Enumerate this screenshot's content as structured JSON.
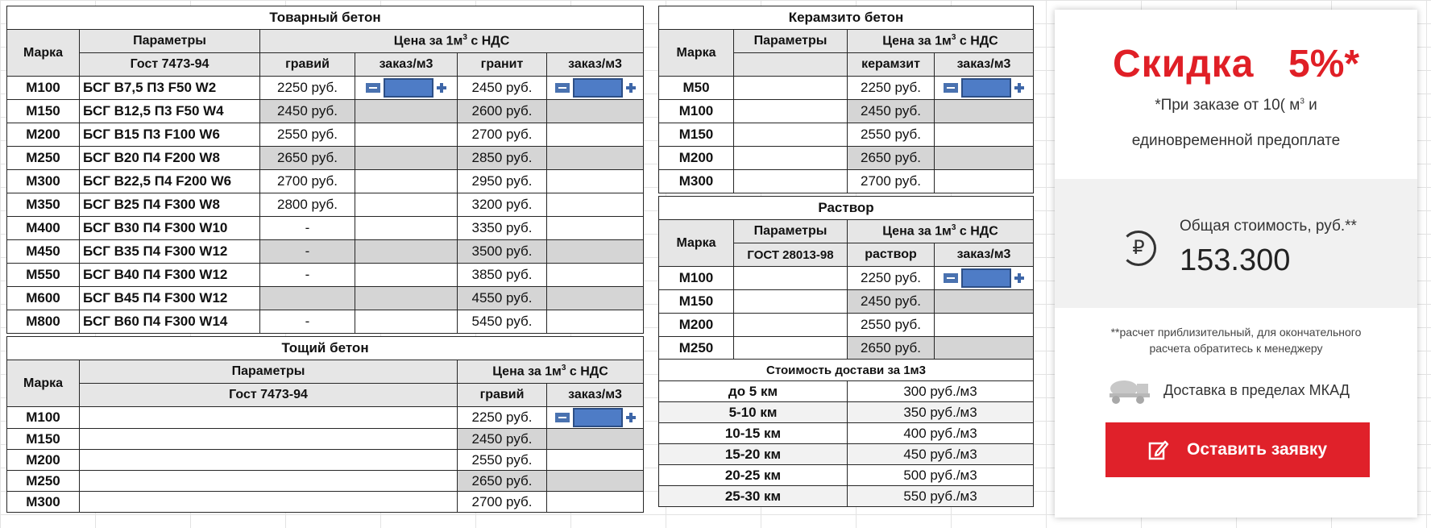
{
  "commodity": {
    "title": "Товарный бетон",
    "col_marka": "Марка",
    "col_params": "Параметры",
    "col_gost": "Гост 7473-94",
    "col_price": "Цена за 1м",
    "col_price_sup": "3",
    "col_price_tail": " с НДС",
    "col_gravel": "гравий",
    "col_order": "заказ/м3",
    "col_granite": "гранит",
    "col_order2": "заказ/м3",
    "rows": [
      {
        "marka": "М100",
        "params": "БСГ В7,5 П3 F50 W2",
        "gravel": "2250 руб.",
        "granite": "2450 руб."
      },
      {
        "marka": "М150",
        "params": "БСГ В12,5 П3 F50 W4",
        "gravel": "2450 руб.",
        "granite": "2600 руб."
      },
      {
        "marka": "М200",
        "params": "БСГ В15 П3 F100 W6",
        "gravel": "2550 руб.",
        "granite": "2700 руб."
      },
      {
        "marka": "М250",
        "params": "БСГ В20 П4 F200 W8",
        "gravel": "2650 руб.",
        "granite": "2850 руб."
      },
      {
        "marka": "М300",
        "params": "БСГ В22,5 П4 F200 W6",
        "gravel": "2700 руб.",
        "granite": "2950 руб."
      },
      {
        "marka": "М350",
        "params": "БСГ В25 П4 F300 W8",
        "gravel": "2800 руб.",
        "granite": "3200 руб."
      },
      {
        "marka": "М400",
        "params": "БСГ В30 П4 F300 W10",
        "gravel": "-",
        "granite": "3350 руб."
      },
      {
        "marka": "М450",
        "params": "БСГ В35 П4 F300 W12",
        "gravel": "-",
        "granite": "3500 руб."
      },
      {
        "marka": "М550",
        "params": "БСГ В40 П4 F300 W12",
        "gravel": "-",
        "granite": "3850 руб."
      },
      {
        "marka": "М600",
        "params": "БСГ В45 П4 F300 W12",
        "gravel": "",
        "granite": "4550 руб."
      },
      {
        "marka": "М800",
        "params": "БСГ В60 П4 F300 W14",
        "gravel": "-",
        "granite": "5450 руб."
      }
    ]
  },
  "lean": {
    "title": "Тощий бетон",
    "col_marka": "Марка",
    "col_params": "Параметры",
    "col_gost": "Гост 7473-94",
    "col_price": "Цена за 1м",
    "col_price_sup": "3",
    "col_price_tail": " с НДС",
    "col_gravel": "гравий",
    "col_order": "заказ/м3",
    "rows": [
      {
        "marka": "М100",
        "gravel": "2250 руб."
      },
      {
        "marka": "М150",
        "gravel": "2450 руб."
      },
      {
        "marka": "М200",
        "gravel": "2550 руб."
      },
      {
        "marka": "М250",
        "gravel": "2650 руб."
      },
      {
        "marka": "М300",
        "gravel": "2700 руб."
      }
    ]
  },
  "keramzit": {
    "title": "Керамзито бетон",
    "col_marka": "Марка",
    "col_params": "Параметры",
    "col_price": "Цена за 1м",
    "col_price_sup": "3",
    "col_price_tail": " с НДС",
    "col_keramzit": "керамзит",
    "col_order": "заказ/м3",
    "rows": [
      {
        "marka": "М50",
        "price": "2250 руб."
      },
      {
        "marka": "М100",
        "price": "2450 руб."
      },
      {
        "marka": "М150",
        "price": "2550 руб."
      },
      {
        "marka": "М200",
        "price": "2650 руб."
      },
      {
        "marka": "М300",
        "price": "2700 руб."
      }
    ]
  },
  "mortar": {
    "title": "Раствор",
    "col_marka": "Марка",
    "col_params": "Параметры",
    "col_gost": "ГОСТ 28013-98",
    "col_price": "Цена за 1м",
    "col_price_sup": "3",
    "col_price_tail": " с НДС",
    "col_mortar": "раствор",
    "col_order": "заказ/м3",
    "rows": [
      {
        "marka": "М100",
        "price": "2250 руб."
      },
      {
        "marka": "М150",
        "price": "2450 руб."
      },
      {
        "marka": "М200",
        "price": "2550 руб."
      },
      {
        "marka": "М250",
        "price": "2650 руб."
      }
    ]
  },
  "delivery": {
    "title": "Стоимость достави за 1м3",
    "rows": [
      {
        "range": "до 5 км",
        "price": "300 руб./м3"
      },
      {
        "range": "5-10 км",
        "price": "350 руб./м3"
      },
      {
        "range": "10-15 км",
        "price": "400 руб./м3"
      },
      {
        "range": "15-20 км",
        "price": "450 руб./м3"
      },
      {
        "range": "20-25 км",
        "price": "500 руб./м3"
      },
      {
        "range": "25-30 км",
        "price": "550 руб./м3"
      }
    ]
  },
  "panel": {
    "discount_word": "Скидка",
    "discount_pct": "5%*",
    "discount_note_1": "*При заказе от 10(",
    "discount_note_unit": "м",
    "discount_note_sup": "3",
    "discount_note_2": " и",
    "discount_note_3": "единовременной предоплате",
    "total_label": "Общая стоимость, руб.**",
    "total_value": "153.300",
    "calc_note_1": "**расчет приблизительный, для окончательного",
    "calc_note_2": "расчета обратитесь к менеджеру",
    "delivery_text": "Доставка в пределах МКАД",
    "submit_label": "Оставить заявку",
    "accent_color": "#e0212a"
  },
  "icons": {
    "minus": "minus-icon",
    "plus": "plus-icon",
    "ruble": "ruble-icon",
    "truck": "concrete-mixer-truck-icon",
    "edit": "edit-icon"
  }
}
